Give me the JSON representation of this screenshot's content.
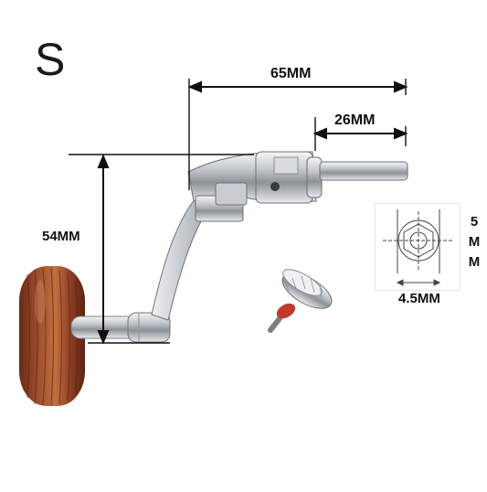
{
  "size_letter": "S",
  "dimensions": {
    "width_total": "65MM",
    "width_shaft": "26MM",
    "height_arm": "54MM",
    "bolt_width": "4.5MM",
    "bolt_height_chars": [
      "5",
      "M",
      "M"
    ]
  },
  "colors": {
    "background": "#ffffff",
    "chrome": "#c9ccd1",
    "wood": "#8a3b22",
    "dimension_lines": "#111111",
    "washer": "#c0392b"
  }
}
